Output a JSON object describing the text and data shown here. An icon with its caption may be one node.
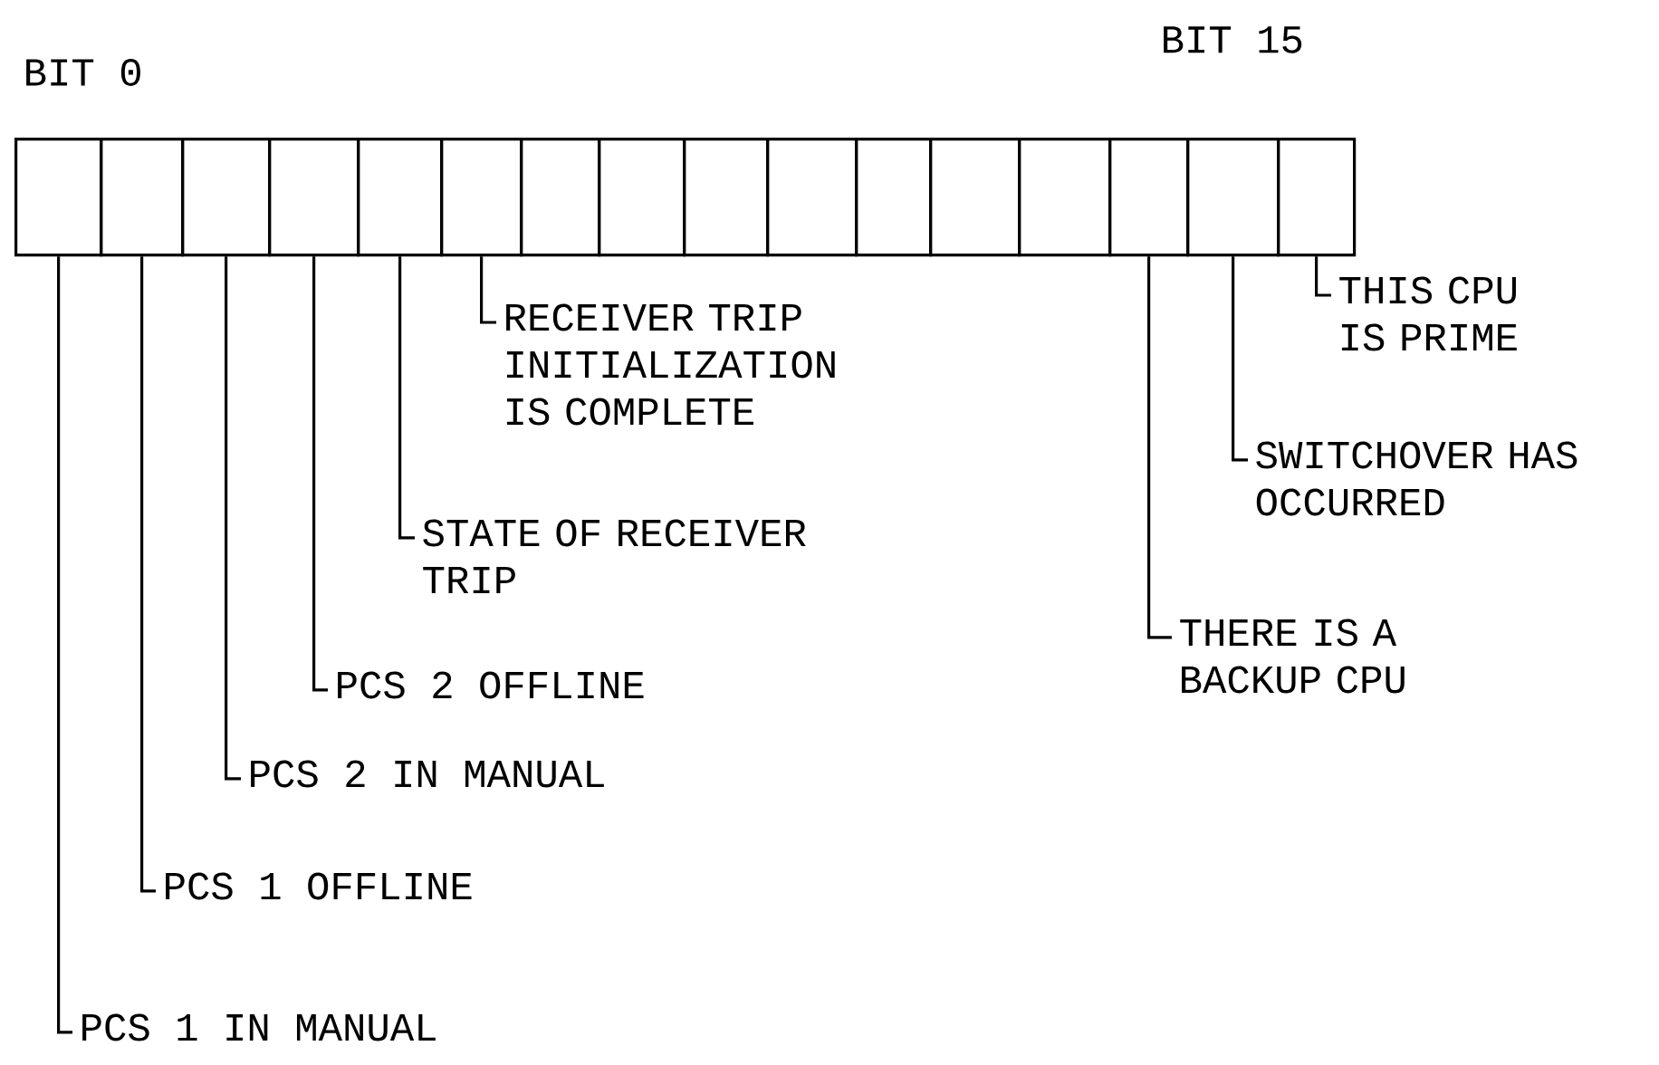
{
  "diagram": {
    "nodes": [
      {
        "text": [],
        "shape": "box"
      },
      {
        "text": [],
        "shape": "box"
      },
      {
        "text": [],
        "shape": "box"
      },
      {
        "text": [],
        "shape": "box"
      },
      {
        "text": [],
        "shape": "box"
      },
      {
        "text": [],
        "shape": "box"
      },
      {
        "text": [],
        "shape": "box"
      },
      {
        "text": [],
        "shape": "box"
      },
      {
        "text": [],
        "shape": "box"
      },
      {
        "text": [],
        "shape": "box"
      },
      {
        "text": [],
        "shape": "box"
      },
      {
        "text": [],
        "shape": "box"
      },
      {
        "text": [],
        "shape": "box"
      },
      {
        "text": [],
        "shape": "box"
      },
      {
        "text": [],
        "shape": "box"
      },
      {
        "text": [],
        "shape": "box"
      },
      {
        "text": [
          "RECEIVER TRIP INITIALIZATION IS COMPLETE"
        ]
      },
      {
        "text": [
          "STATE OF RECEIVER TRIP"
        ]
      },
      {
        "text": [
          "PCS 2 OFFLINE"
        ]
      },
      {
        "text": [
          "PCS 2 IN MANUAL"
        ]
      },
      {
        "text": [
          "PCS 1 OFFLINE"
        ]
      },
      {
        "text": [
          "PCS 1 IN MANUAL"
        ]
      },
      {
        "text": [
          "THERE IS A BACKUP CPU"
        ]
      },
      {
        "text": [
          "SWITCHOVER HAS OCCURRED"
        ]
      },
      {
        "text": [
          "THIS CPU IS PRIME"
        ]
      }
    ],
    "edges": [
      {
        "from": 16,
        "to": 5,
        "arrow": "none"
      },
      {
        "from": 17,
        "to": 4,
        "arrow": "none"
      },
      {
        "from": 18,
        "to": 3,
        "arrow": "none"
      },
      {
        "from": 19,
        "to": 2,
        "arrow": "none"
      },
      {
        "from": 20,
        "to": 1,
        "arrow": "none"
      },
      {
        "from": 21,
        "to": 0,
        "arrow": "none"
      },
      {
        "from": 22,
        "to": 13,
        "arrow": "none"
      },
      {
        "from": 23,
        "to": 14,
        "arrow": "none"
      },
      {
        "from": 24,
        "to": 15,
        "arrow": "none"
      }
    ],
    "labels": [
      "BIT 0",
      "BIT 15"
    ]
  }
}
